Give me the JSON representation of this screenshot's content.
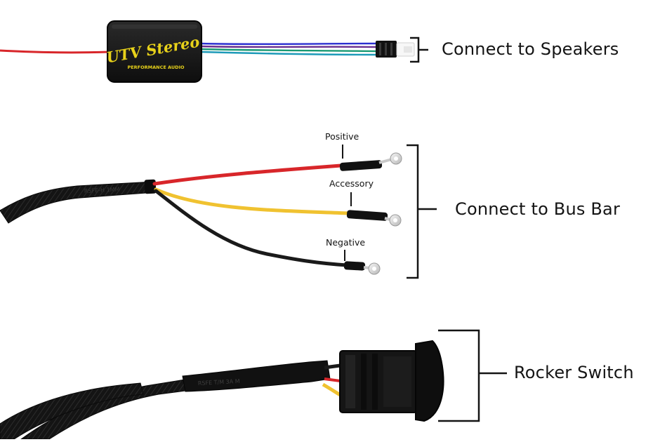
{
  "sections": {
    "speakers": {
      "label": "Connect to Speakers"
    },
    "busbar": {
      "label": "Connect to Bus Bar",
      "wires": [
        {
          "label": "Positive",
          "color": "#d8262a"
        },
        {
          "label": "Accessory",
          "color": "#f0c230"
        },
        {
          "label": "Negative",
          "color": "#1a1a1a"
        }
      ]
    },
    "rocker": {
      "label": "Rocker Switch"
    }
  },
  "module": {
    "logo_text": "UTV Stereo",
    "sub_text": "PERFORMANCE AUDIO",
    "logo_color": "#e8d21a"
  },
  "speaker_wire_colors": [
    "#2b2fd0",
    "#6a2f8f",
    "#1a9a74",
    "#1d9ab8"
  ],
  "sleeve_print": {
    "busbar": "RSFE-H 1MM",
    "rocker": "RSFE  T/M  3A  M"
  }
}
